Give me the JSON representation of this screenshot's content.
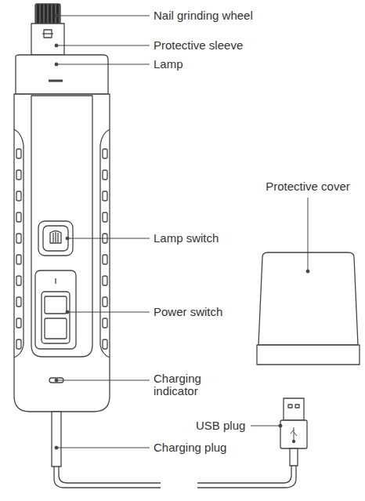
{
  "diagram": {
    "labels": [
      "Nail grinding wheel",
      "Protective sleeve",
      "Lamp",
      "Protective cover",
      "Lamp switch",
      "Power switch",
      "Charging indicator",
      "USB plug",
      "Charging plug"
    ]
  }
}
